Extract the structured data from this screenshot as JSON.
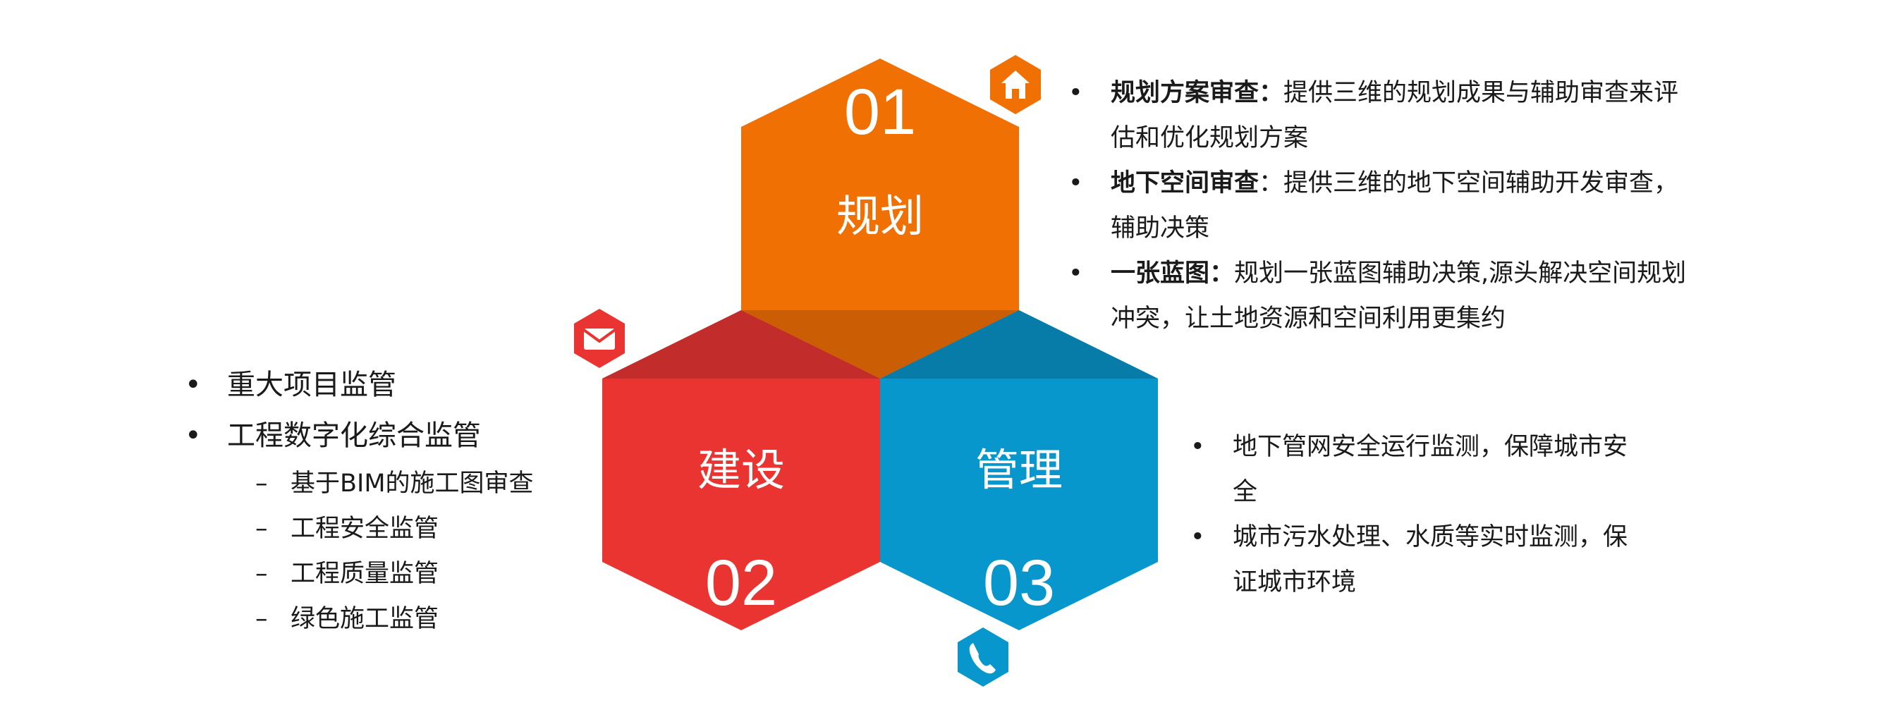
{
  "hexagons": [
    {
      "id": "plan",
      "number": "01",
      "label": "规划",
      "color": "#F07003",
      "shade": "#C75B05",
      "icon": "home-icon"
    },
    {
      "id": "build",
      "number": "02",
      "label": "建设",
      "color": "#EA3432",
      "shade": "#C22C2A",
      "icon": "mail-icon"
    },
    {
      "id": "manage",
      "number": "03",
      "label": "管理",
      "color": "#0897CC",
      "shade": "#077CA8",
      "icon": "phone-icon"
    }
  ],
  "plan_panel": {
    "items": [
      {
        "title": "规划方案审查：",
        "text": "提供三维的规划成果与辅助审查来评估和优化规划方案"
      },
      {
        "title": "地下空间审查",
        "text": "：提供三维的地下空间辅助开发审查，辅助决策"
      },
      {
        "title": "一张蓝图：",
        "text": "规划一张蓝图辅助决策,源头解决空间规划冲突，让土地资源和空间利用更集约"
      }
    ]
  },
  "build_panel": {
    "items": [
      "重大项目监管",
      "工程数字化综合监管"
    ],
    "sub_items": [
      "基于BIM的施工图审查",
      "工程安全监管",
      "工程质量监管",
      "绿色施工监管"
    ]
  },
  "manage_panel": {
    "items": [
      "地下管网安全运行监测，保障城市安全",
      "城市污水处理、水质等实时监测，保证城市环境"
    ]
  },
  "bullet_char": "•",
  "dash_char": "–"
}
